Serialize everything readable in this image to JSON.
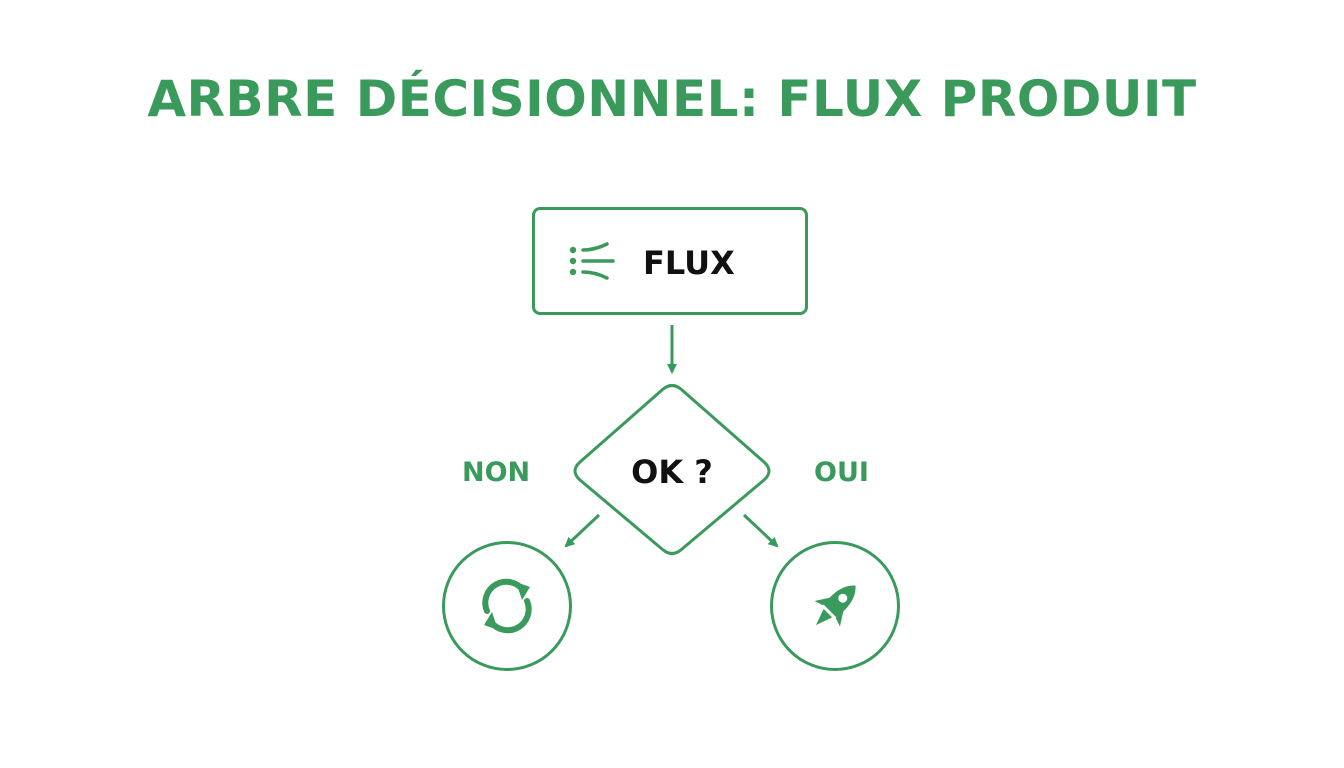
{
  "title": "ARBRE DÉCISIONNEL: FLUX PRODUIT",
  "colors": {
    "accent": "#3a9a5b",
    "text": "#111111",
    "background": "#ffffff"
  },
  "start_node": {
    "icon": "flow-lines-icon",
    "label": "FLUX"
  },
  "decision_node": {
    "label": "OK ?"
  },
  "branches": {
    "no": {
      "label": "NON",
      "icon": "refresh-cycle-icon"
    },
    "yes": {
      "label": "OUI",
      "icon": "rocket-icon"
    }
  }
}
